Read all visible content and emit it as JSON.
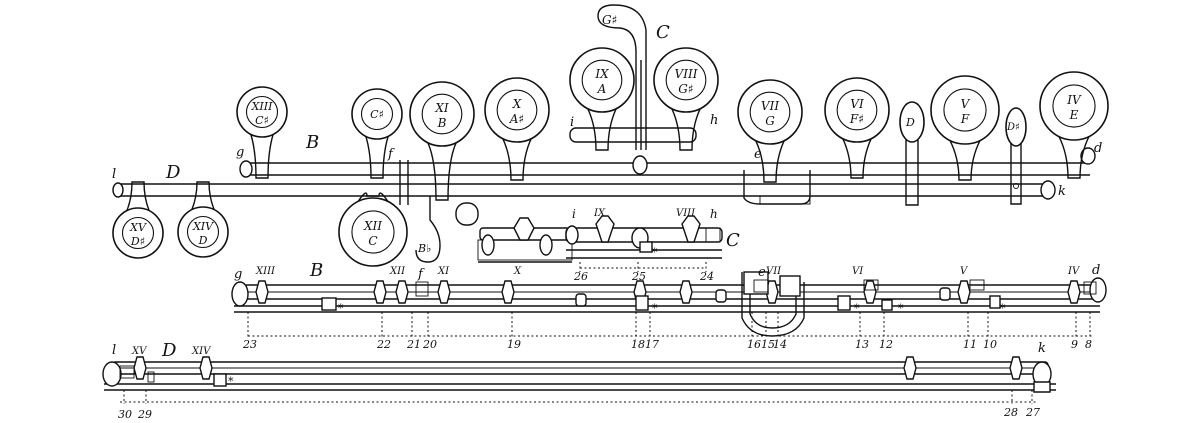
{
  "top_view": {
    "rods": {
      "B": "B",
      "C": "C",
      "D": "D"
    },
    "keys": [
      {
        "id": "xiii",
        "num": "XIII",
        "note": "C♯"
      },
      {
        "id": "c-sharp",
        "num": "",
        "note": "C♯"
      },
      {
        "id": "xi",
        "num": "XI",
        "note": "B"
      },
      {
        "id": "x",
        "num": "X",
        "note": "A♯"
      },
      {
        "id": "ix",
        "num": "IX",
        "note": "A"
      },
      {
        "id": "viii",
        "num": "VIII",
        "note": "G♯"
      },
      {
        "id": "vii",
        "num": "VII",
        "note": "G"
      },
      {
        "id": "vi",
        "num": "VI",
        "note": "F♯"
      },
      {
        "id": "v",
        "num": "V",
        "note": "F"
      },
      {
        "id": "iv",
        "num": "IV",
        "note": "E"
      },
      {
        "id": "xv",
        "num": "XV",
        "note": "D♯"
      },
      {
        "id": "xiv",
        "num": "XIV",
        "note": "D"
      },
      {
        "id": "xii",
        "num": "XII",
        "note": "C"
      }
    ],
    "extra_keys": {
      "g_sharp": "G♯",
      "d": "D",
      "d_sharp": "D♯",
      "b_flat": "B♭"
    },
    "letters": {
      "g": "g",
      "f": "f",
      "i": "i",
      "h": "h",
      "e": "e",
      "d": "d",
      "l": "l",
      "k": "k"
    }
  },
  "side_c": {
    "rod": "C",
    "letters": {
      "i": "i",
      "h": "h"
    },
    "numerals": {
      "ix": "IX",
      "viii": "VIII"
    },
    "numbers": [
      "26",
      "25",
      "24"
    ]
  },
  "side_b": {
    "rod": "B",
    "letters": {
      "g": "g",
      "f": "f",
      "e": "e",
      "d": "d"
    },
    "numerals": {
      "xiii": "XIII",
      "xii": "XII",
      "xi": "XI",
      "x": "X",
      "vii": "VII",
      "vi": "VI",
      "v": "V",
      "iv": "IV"
    },
    "numbers": [
      "23",
      "22",
      "21",
      "20",
      "19",
      "18",
      "17",
      "16",
      "15",
      "14",
      "13",
      "12",
      "11",
      "10",
      "9",
      "8"
    ]
  },
  "side_d": {
    "rod": "D",
    "letters": {
      "l": "l",
      "k": "k"
    },
    "numerals": {
      "xv": "XV",
      "xiv": "XIV"
    },
    "numbers": [
      "30",
      "29",
      "28",
      "27"
    ]
  },
  "star": "*"
}
